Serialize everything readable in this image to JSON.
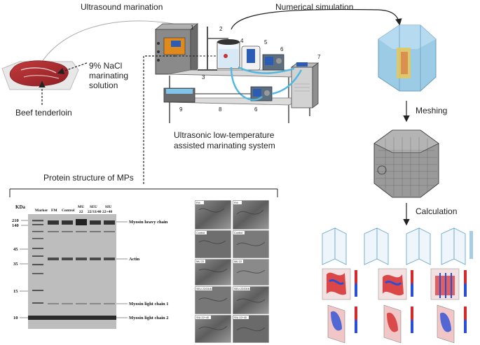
{
  "labels": {
    "ultrasound_marination": "Ultrasound marination",
    "numerical_simulation": "Numerical simulation",
    "nacl_line1": "9% NaCl",
    "nacl_line2": "marinating",
    "nacl_line3": "solution",
    "beef": "Beef tenderloin",
    "system_line1": "Ultrasonic low-temperature",
    "system_line2": "assisted marinating system",
    "meshing": "Meshing",
    "calculation": "Calculation",
    "protein": "Protein structure of MPs"
  },
  "apparatus_numbers": [
    "1",
    "2",
    "3",
    "4",
    "5",
    "6",
    "7",
    "8",
    "9",
    "6"
  ],
  "gel": {
    "kda_label": "KDa",
    "lanes": [
      "Marker",
      "FM",
      "Control",
      "MU",
      "SEU",
      "SIU"
    ],
    "lane_sub": [
      "",
      "",
      "",
      "22",
      "22/33/40",
      "22+40"
    ],
    "markers": [
      "210",
      "140",
      "45",
      "35",
      "15",
      "10"
    ],
    "bands": [
      "Myosin heavy chain",
      "Actin",
      "Myosin light chain 1",
      "Myosin light chain 2"
    ]
  },
  "sem": {
    "left": [
      "FM",
      "Control",
      "MU 22",
      "SEU 22/33/40",
      "SIU 22+40"
    ],
    "right": [
      "FM",
      "Control",
      "MU 22",
      "SEU 22/33/40",
      "SIU 22+40"
    ]
  },
  "colors": {
    "mesh_box": "#7fb8d8",
    "arrow": "#222222",
    "field_red": "#d62a2a",
    "field_blue": "#2a4fd6"
  }
}
